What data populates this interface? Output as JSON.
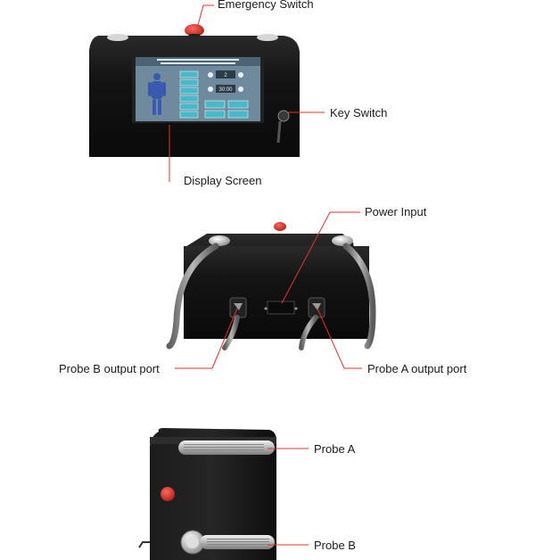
{
  "callouts": {
    "emergency_switch": "Emergency Switch",
    "key_switch": "Key Switch",
    "display_screen": "Display Screen",
    "power_input": "Power Input",
    "probe_b_output_port": "Probe B output port",
    "probe_a_output_port": "Probe A output port",
    "probe_a": "Probe A",
    "probe_b": "Probe B"
  },
  "screen": {
    "counter_value": "2",
    "timer_value": "30:00"
  },
  "colors": {
    "device_body": "#141414",
    "leader_line": "#e0322a",
    "emergency_button": "#d9302a",
    "screen_bg": "#6f8a9c"
  }
}
